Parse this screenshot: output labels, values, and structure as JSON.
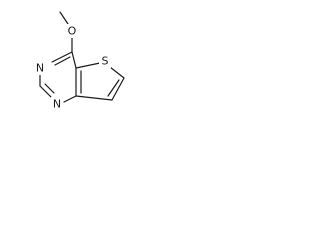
{
  "molecule": {
    "atoms": {
      "oxygen": "O",
      "sulfur": "S",
      "nitrogen_top": "N",
      "nitrogen_bottom": "N"
    }
  }
}
